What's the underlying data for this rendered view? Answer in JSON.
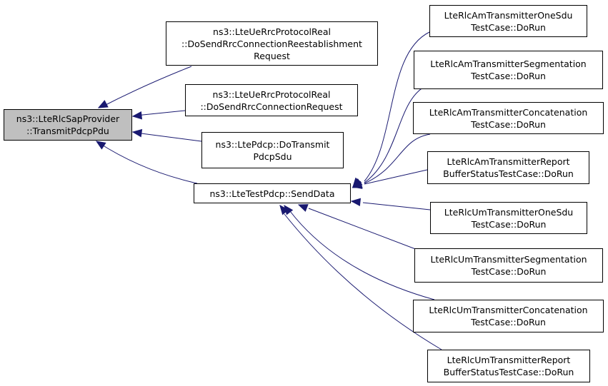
{
  "colors": {
    "edge": "#191970",
    "root_fill": "#bfbfbf",
    "node_fill": "#ffffff",
    "border": "#000000"
  },
  "nodes": {
    "transmit_pdcp_pdu": {
      "lines": [
        "ns3::LteRlcSapProvider",
        "::TransmitPdcpPdu"
      ]
    },
    "send_rrc_reestablishment": {
      "lines": [
        "ns3::LteUeRrcProtocolReal",
        "::DoSendRrcConnectionReestablishment",
        "Request"
      ]
    },
    "send_rrc_connection_request": {
      "lines": [
        "ns3::LteUeRrcProtocolReal",
        "::DoSendRrcConnectionRequest"
      ]
    },
    "do_transmit_pdcp_sdu": {
      "lines": [
        "ns3::LtePdcp::DoTransmit",
        "PdcpSdu"
      ]
    },
    "send_data": {
      "lines": [
        "ns3::LteTestPdcp::SendData"
      ]
    },
    "am_one_sdu": {
      "lines": [
        "LteRlcAmTransmitterOneSdu",
        "TestCase::DoRun"
      ]
    },
    "am_segmentation": {
      "lines": [
        "LteRlcAmTransmitterSegmentation",
        "TestCase::DoRun"
      ]
    },
    "am_concatenation": {
      "lines": [
        "LteRlcAmTransmitterConcatenation",
        "TestCase::DoRun"
      ]
    },
    "am_report_buffer": {
      "lines": [
        "LteRlcAmTransmitterReport",
        "BufferStatusTestCase::DoRun"
      ]
    },
    "um_one_sdu": {
      "lines": [
        "LteRlcUmTransmitterOneSdu",
        "TestCase::DoRun"
      ]
    },
    "um_segmentation": {
      "lines": [
        "LteRlcUmTransmitterSegmentation",
        "TestCase::DoRun"
      ]
    },
    "um_concatenation": {
      "lines": [
        "LteRlcUmTransmitterConcatenation",
        "TestCase::DoRun"
      ]
    },
    "um_report_buffer": {
      "lines": [
        "LteRlcUmTransmitterReport",
        "BufferStatusTestCase::DoRun"
      ]
    }
  },
  "edges": [
    {
      "from": "send_rrc_reestablishment",
      "to": "transmit_pdcp_pdu"
    },
    {
      "from": "send_rrc_connection_request",
      "to": "transmit_pdcp_pdu"
    },
    {
      "from": "do_transmit_pdcp_sdu",
      "to": "transmit_pdcp_pdu"
    },
    {
      "from": "send_data",
      "to": "transmit_pdcp_pdu"
    },
    {
      "from": "am_one_sdu",
      "to": "send_data"
    },
    {
      "from": "am_segmentation",
      "to": "send_data"
    },
    {
      "from": "am_concatenation",
      "to": "send_data"
    },
    {
      "from": "am_report_buffer",
      "to": "send_data"
    },
    {
      "from": "um_one_sdu",
      "to": "send_data"
    },
    {
      "from": "um_segmentation",
      "to": "send_data"
    },
    {
      "from": "um_concatenation",
      "to": "send_data"
    },
    {
      "from": "um_report_buffer",
      "to": "send_data"
    }
  ]
}
